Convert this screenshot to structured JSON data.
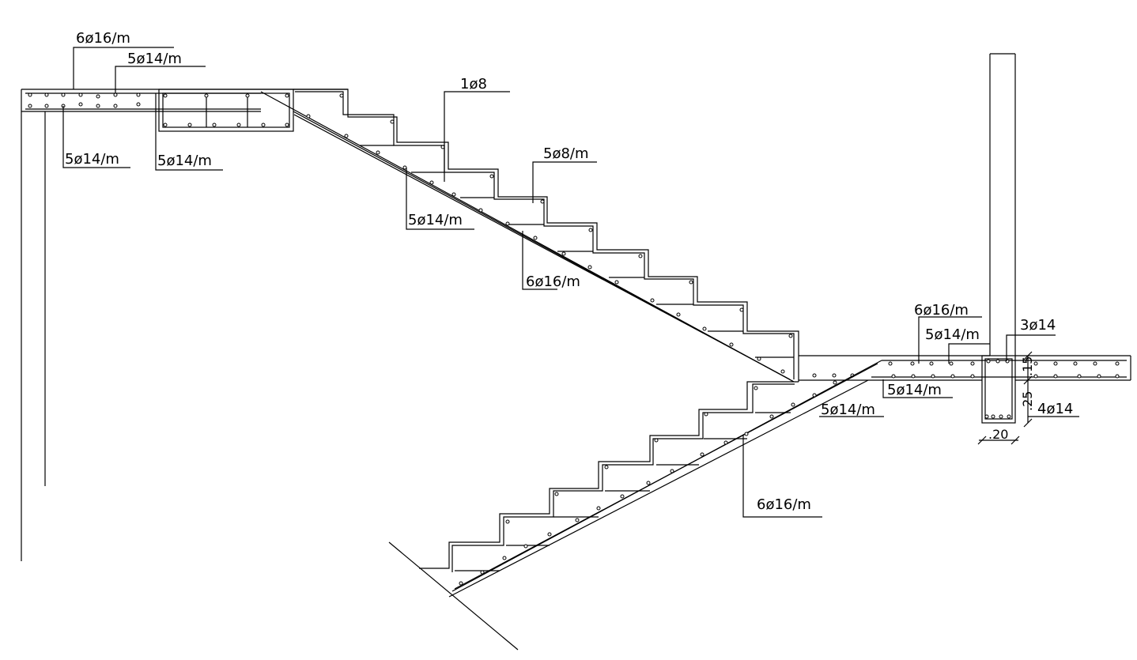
{
  "labels": {
    "top_slab_main": "6ø16/m",
    "top_slab_dist": "5ø14/m",
    "top_slab_bottom_left": "5ø14/m",
    "top_beam_bottom": "5ø14/m",
    "stirrup_top": "1ø8",
    "upper_flight_steps": "5ø8/m",
    "upper_flight_dist": "5ø14/m",
    "upper_flight_main": "6ø16/m",
    "landing_main": "6ø16/m",
    "landing_dist": "5ø14/m",
    "beam_top_bars": "3ø14",
    "landing_bottom_dist": "5ø14/m",
    "lower_flight_dist": "5ø14/m",
    "beam_bottom_bars": "4ø14",
    "lower_flight_main": "6ø16/m"
  },
  "dimensions": {
    "slab_thickness": ".15",
    "beam_drop": ".25",
    "beam_width": ".20"
  }
}
